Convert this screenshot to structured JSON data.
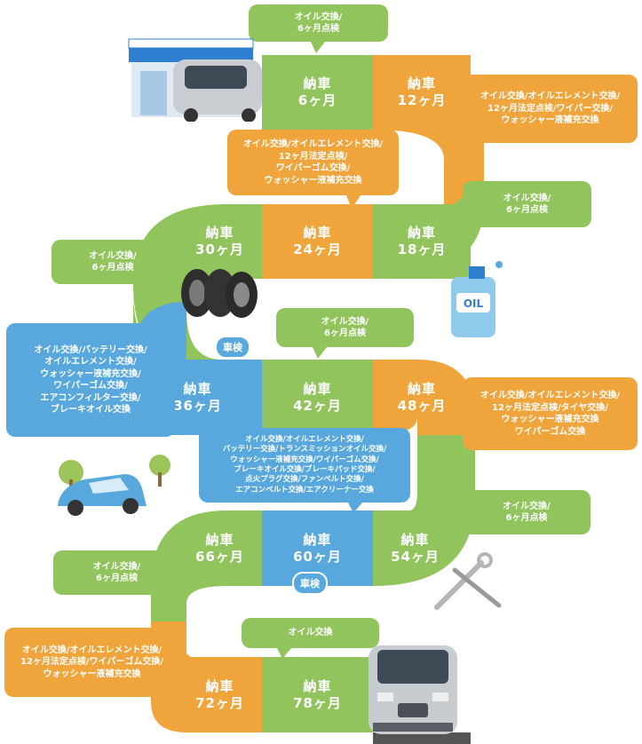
{
  "colors": {
    "green": "#92c45e",
    "orange": "#f0a53c",
    "blue": "#58a8dd"
  },
  "milestones": [
    {
      "id": "6",
      "line1": "納車",
      "line2": "6ヶ月"
    },
    {
      "id": "12",
      "line1": "納車",
      "line2": "12ヶ月"
    },
    {
      "id": "18",
      "line1": "納車",
      "line2": "18ヶ月"
    },
    {
      "id": "24",
      "line1": "納車",
      "line2": "24ヶ月"
    },
    {
      "id": "30",
      "line1": "納車",
      "line2": "30ヶ月"
    },
    {
      "id": "36",
      "line1": "納車",
      "line2": "36ヶ月"
    },
    {
      "id": "42",
      "line1": "納車",
      "line2": "42ヶ月"
    },
    {
      "id": "48",
      "line1": "納車",
      "line2": "48ヶ月"
    },
    {
      "id": "54",
      "line1": "納車",
      "line2": "54ヶ月"
    },
    {
      "id": "60",
      "line1": "納車",
      "line2": "60ヶ月"
    },
    {
      "id": "66",
      "line1": "納車",
      "line2": "66ヶ月"
    },
    {
      "id": "72",
      "line1": "納車",
      "line2": "72ヶ月"
    },
    {
      "id": "78",
      "line1": "納車",
      "line2": "78ヶ月"
    }
  ],
  "tags": {
    "shaken1": "車検",
    "shaken2": "車検"
  },
  "bubbles": {
    "b6": [
      "オイル交換/",
      "6ヶ月点検"
    ],
    "b12": [
      "オイル交換/オイルエレメント交換/",
      "12ヶ月法定点検/ワイパー交換/",
      "ウォッシャー液補充交換"
    ],
    "b18": [
      "オイル交換/",
      "6ヶ月点検"
    ],
    "b24": [
      "オイル交換/オイルエレメント交換/",
      "12ヶ月法定点検/",
      "ワイパーゴム交換/",
      "ウォッシャー液補充交換"
    ],
    "b30": [
      "オイル交換/",
      "6ヶ月点検"
    ],
    "b36": [
      "オイル交換/バッテリー交換/",
      "オイルエレメント交換/",
      "ウォッシャー液補充交換/",
      "ワイパーゴム交換/",
      "エアコンフィルター交換/",
      "ブレーキオイル交換"
    ],
    "b42": [
      "オイル交換/",
      "6ヶ月点検"
    ],
    "b48": [
      "オイル交換/オイルエレメント交換/",
      "12ヶ月法定点検/タイヤ交換/",
      "ウォッシャー液補充交換",
      "ワイパーゴム交換"
    ],
    "b54": [
      "オイル交換/",
      "6ヶ月点検"
    ],
    "b60": [
      "オイル交換/オイルエレメント交換/",
      "バッテリー交換/トランスミッションオイル交換/",
      "ウォッシャー液補充交換/ワイパーゴム交換/",
      "ブレーキオイル交換/ブレーキパッド交換/",
      "点火プラグ交換/ファンベルト交換/",
      "エアコンベルト交換/エアクリーナー交換"
    ],
    "b66": [
      "オイル交換/",
      "6ヶ月点検"
    ],
    "b72": [
      "オイル交換/オイルエレメント交換/",
      "12ヶ月法定点検/ワイパーゴム交換/",
      "ウォッシャー液補充交換"
    ],
    "b78": [
      "オイル交換"
    ]
  },
  "oil_can_label": "OIL"
}
